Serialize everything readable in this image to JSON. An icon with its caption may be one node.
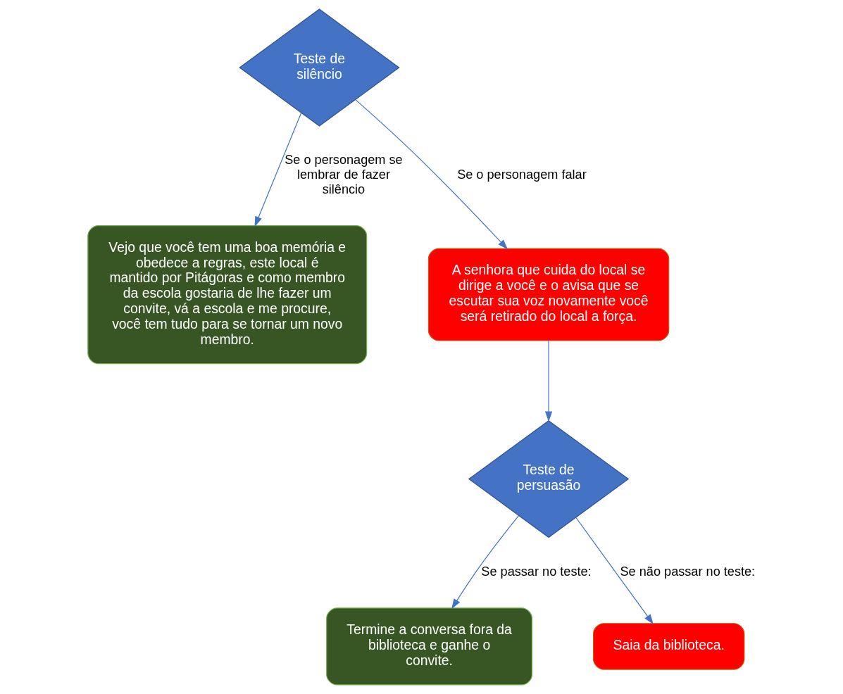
{
  "diagram": {
    "nodes": [
      {
        "text": [
          "Teste de silêncio"
        ]
      },
      {
        "text": [
          "Vejo que você tem uma boa memória e obedece a regras, este local é mantido por Pitágoras e como membro da escola gostaria de lhe fazer um convite, vá a escola e me procure, você tem tudo para se tornar um novo membro."
        ]
      },
      {
        "text": [
          "A senhora que cuida do local se dirige a você e o avisa que se escutar sua voz novamente você será retirado do local a força."
        ]
      },
      {
        "text": [
          "Teste de persuasão"
        ]
      },
      {
        "text": [
          "Termine a conversa fora da biblioteca e ganhe o convite."
        ]
      },
      {
        "text": [
          "Saia da biblioteca."
        ]
      }
    ],
    "edges": [
      {
        "from": 0,
        "to": 1,
        "arrow": "to",
        "label": "Se o personagem se lembrar de fazer silêncio"
      },
      {
        "from": 0,
        "to": 2,
        "arrow": "to",
        "label": "Se o personagem falar"
      },
      {
        "from": 2,
        "to": 3,
        "arrow": "to"
      },
      {
        "from": 3,
        "to": 4,
        "arrow": "to",
        "label": "Se passar no teste:"
      },
      {
        "from": 3,
        "to": 5,
        "arrow": "to",
        "label": "Se não passar no teste:"
      }
    ]
  }
}
